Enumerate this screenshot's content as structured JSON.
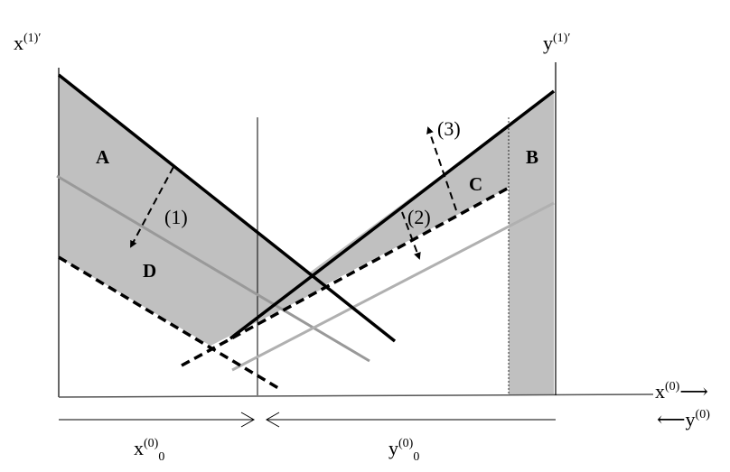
{
  "axes": {
    "left_axis_label": {
      "base": "x",
      "sup": "(1)′"
    },
    "right_axis_label": {
      "base": "y",
      "sup": "(1)′"
    },
    "bottom_right_label": {
      "base": "x",
      "sup": "(0)",
      "arrow": "⟶"
    },
    "bottom_right_label2": {
      "arrow": "⟵",
      "base": "y",
      "sup": "(0)"
    }
  },
  "endowment_labels": {
    "x0": {
      "base": "x",
      "sup": "(0)",
      "sub": "0"
    },
    "y0": {
      "base": "y",
      "sup": "(0)",
      "sub": "0"
    }
  },
  "regions": {
    "A": "A",
    "B": "B",
    "C": "C",
    "D": "D"
  },
  "shifts": {
    "one": "(1)",
    "two": "(2)",
    "three": "(3)"
  },
  "colors": {
    "shade": "#c0c0c0",
    "gray_line": "#999999",
    "light_gray_line": "#b4b4b4",
    "line": "#000000"
  }
}
